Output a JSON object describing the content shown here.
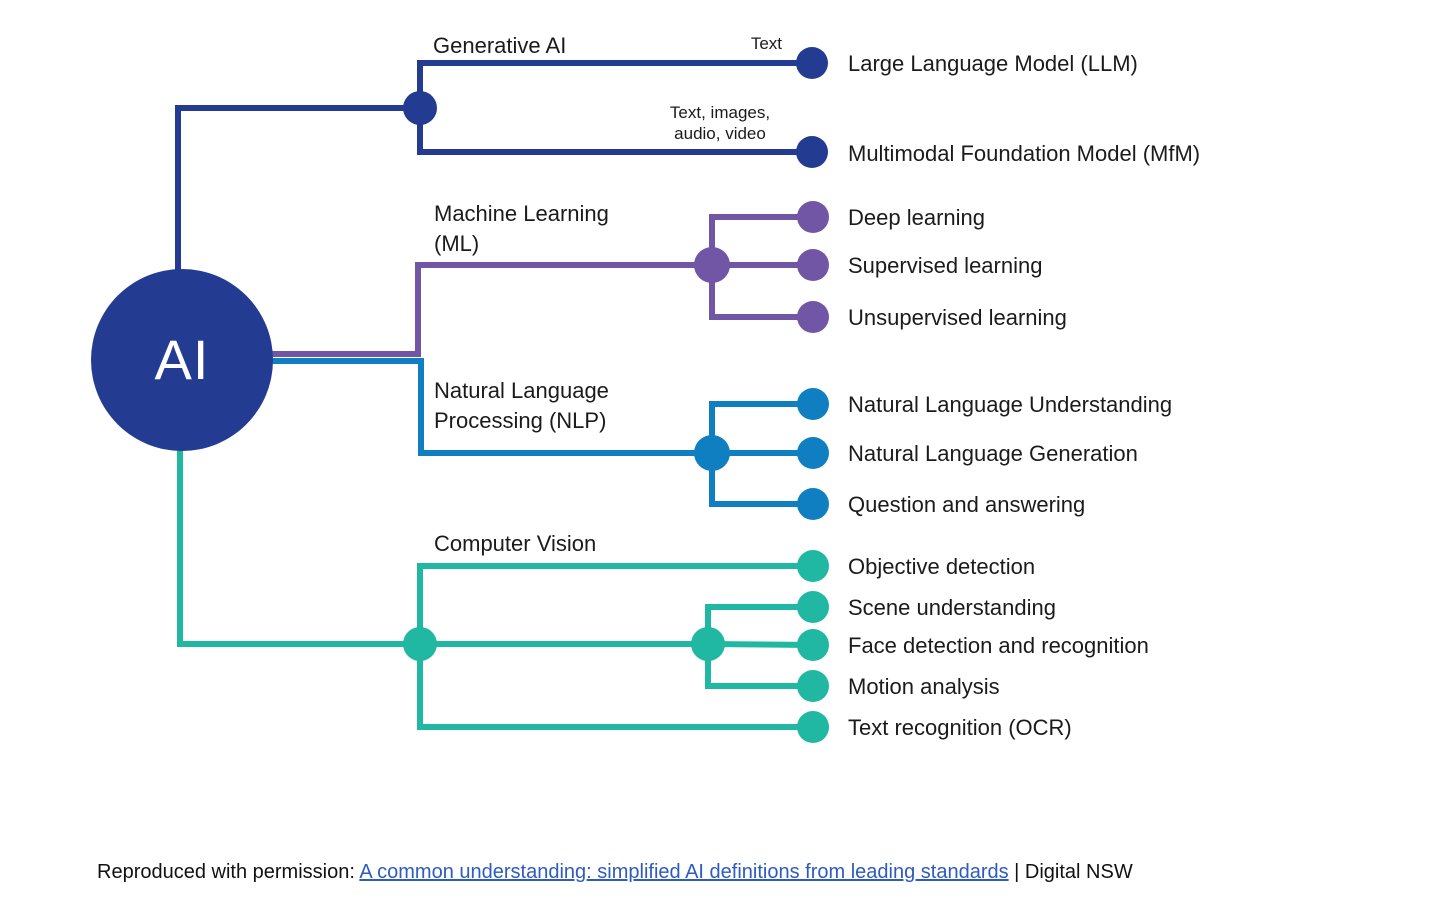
{
  "palette": {
    "navy": "#233c92",
    "purple": "#7156a6",
    "blue": "#107fc1",
    "teal": "#21b8a3",
    "link_blue": "#2d5bbe",
    "text": "#1b1b1b",
    "root_text": "#ffffff"
  },
  "root": {
    "label": "AI"
  },
  "branches": [
    {
      "label": "Generative AI",
      "children": [
        {
          "label": "Large Language Model (LLM)",
          "modality": "Text"
        },
        {
          "label": "Multimodal Foundation Model (MfM)",
          "modality_lines": [
            "Text, images,",
            "audio, video"
          ]
        }
      ]
    },
    {
      "label": "Machine Learning (ML)",
      "children": [
        {
          "label": "Deep learning"
        },
        {
          "label": "Supervised learning"
        },
        {
          "label": "Unsupervised learning"
        }
      ]
    },
    {
      "label": "Natural Language Processing (NLP)",
      "children": [
        {
          "label": "Natural Language Understanding"
        },
        {
          "label": "Natural Language Generation"
        },
        {
          "label": "Question and answering"
        }
      ]
    },
    {
      "label": "Computer Vision",
      "children": [
        {
          "label": "Objective detection"
        },
        {
          "label": "Scene understanding"
        },
        {
          "label": "Face detection and recognition"
        },
        {
          "label": "Motion analysis"
        },
        {
          "label": "Text recognition (OCR)"
        }
      ]
    }
  ],
  "caption": {
    "prefix": "Reproduced with permission: ",
    "link_text": "A common understanding: simplified AI definitions from leading standards",
    "suffix": " | Digital NSW"
  }
}
